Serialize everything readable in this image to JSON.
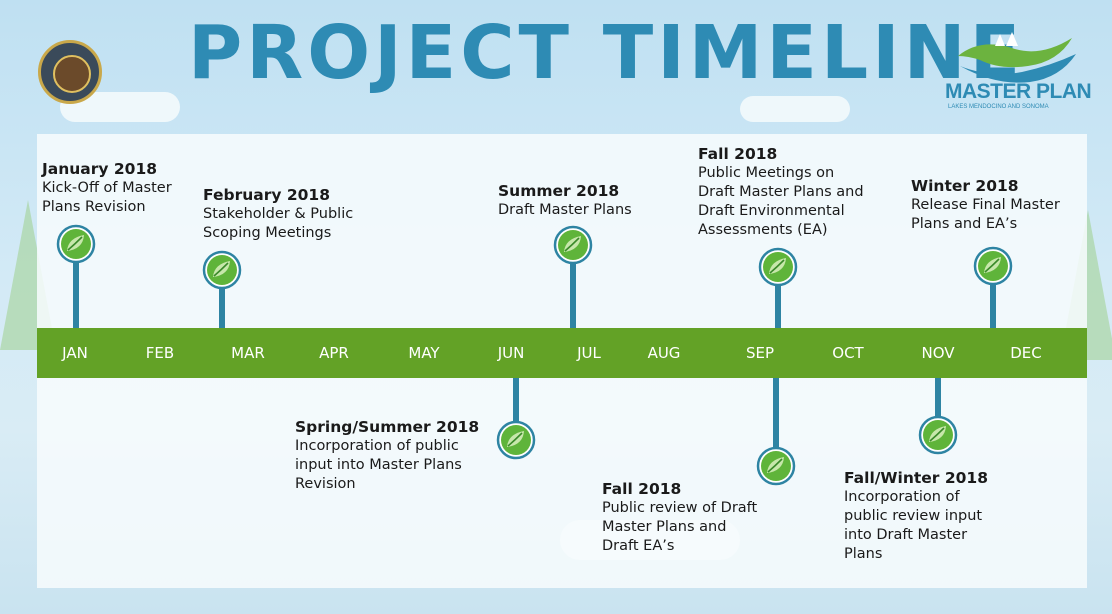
{
  "title": "PROJECT TIMELINE",
  "logo": {
    "text": "MASTER PLAN",
    "subtitle": "LAKES MENDOCINO AND SONOMA"
  },
  "colors": {
    "title": "#2e8bb4",
    "bar": "#63a226",
    "stem": "#2e84a3",
    "node": "#5fb43a"
  },
  "months": [
    "JAN",
    "FEB",
    "MAR",
    "APR",
    "MAY",
    "JUN",
    "JUL",
    "AUG",
    "SEP",
    "OCT",
    "NOV",
    "DEC"
  ],
  "events": [
    {
      "heading": "January 2018",
      "text": "Kick-Off of Master\nPlans Revision",
      "position": "above",
      "month_index": 0
    },
    {
      "heading": "February 2018",
      "text": "Stakeholder & Public\nScoping Meetings",
      "position": "above",
      "month_index": 2
    },
    {
      "heading": "Summer 2018",
      "text": "Draft Master Plans",
      "position": "above",
      "month_index": 6
    },
    {
      "heading": "Fall 2018",
      "text": "Public Meetings on\nDraft Master Plans and\nDraft Environmental\nAssessments (EA)",
      "position": "above",
      "month_index": 8
    },
    {
      "heading": "Winter 2018",
      "text": "Release Final Master\nPlans and EA’s",
      "position": "above",
      "month_index": 11
    },
    {
      "heading": "Spring/Summer 2018",
      "text": "Incorporation of public\ninput into Master Plans\nRevision",
      "position": "below",
      "month_index": 5
    },
    {
      "heading": "Fall 2018",
      "text": "Public review of Draft\nMaster Plans and\nDraft EA’s",
      "position": "below",
      "month_index": 8
    },
    {
      "heading": "Fall/Winter 2018",
      "text": "Incorporation of\npublic review input\ninto Draft Master\nPlans",
      "position": "below",
      "month_index": 10
    }
  ]
}
